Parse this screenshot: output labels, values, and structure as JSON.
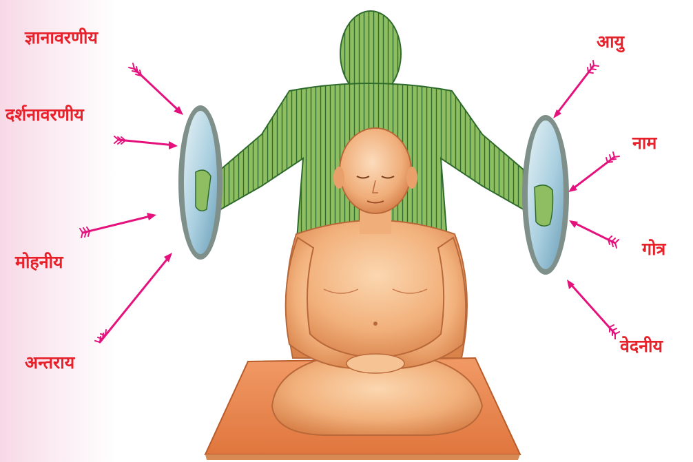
{
  "title": "",
  "labels": {
    "left": {
      "gyanavaraniya": "ज्ञानावरणीय",
      "darshanavaraniya": "दर्शनावरणीय",
      "mohaniya": "मोहनीय",
      "antaray": "अन्तराय"
    },
    "right": {
      "ayu": "आयु",
      "naam": "नाम",
      "gotra": "गोत्र",
      "vedaniya": "वेदनीय"
    }
  },
  "colors": {
    "label_text": "#e8202a",
    "arrow": "#e5127d",
    "shield_rim": "#7f8f8a",
    "shield_face": "#b9d9e6",
    "shadow_figure": "#7fb153",
    "skin": "#f2b17c",
    "mat": "#ec8b57",
    "background_tint": "#f7d9e6"
  },
  "icons": {
    "figure": "meditating-monk",
    "shadow": "green-shadow-figure",
    "shield": "oval-shield",
    "arrow": "fletched-arrow"
  }
}
